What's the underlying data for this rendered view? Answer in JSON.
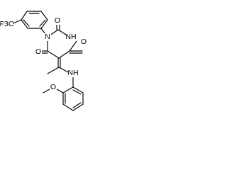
{
  "molecule": {
    "labels": {
      "cf3": "F3C",
      "n1": "N",
      "nh_ring": "NH",
      "o_upper_left": "O",
      "o_right": "O",
      "o_lower_left": "O",
      "nh_amine": "NH",
      "o_methoxy": "O"
    },
    "colors": {
      "bond": "#000000",
      "text": "#000000",
      "background": "#ffffff"
    }
  }
}
